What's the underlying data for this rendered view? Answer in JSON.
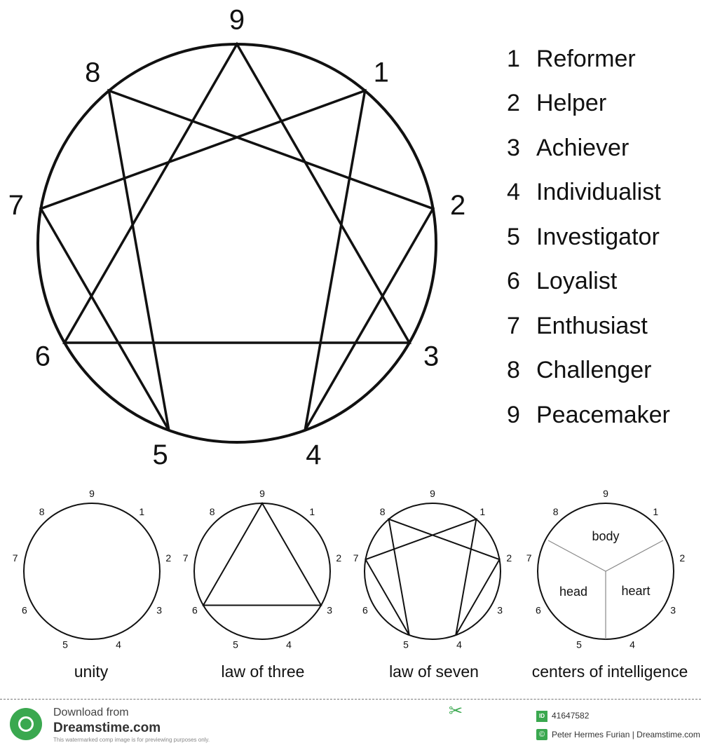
{
  "main_diagram": {
    "points": [
      "9",
      "1",
      "2",
      "3",
      "4",
      "5",
      "6",
      "7",
      "8"
    ]
  },
  "legend": [
    {
      "number": "1",
      "label": "Reformer"
    },
    {
      "number": "2",
      "label": "Helper"
    },
    {
      "number": "3",
      "label": "Achiever"
    },
    {
      "number": "4",
      "label": "Individualist"
    },
    {
      "number": "5",
      "label": "Investigator"
    },
    {
      "number": "6",
      "label": "Loyalist"
    },
    {
      "number": "7",
      "label": "Enthusiast"
    },
    {
      "number": "8",
      "label": "Challenger"
    },
    {
      "number": "9",
      "label": "Peacemaker"
    }
  ],
  "small_diagrams": [
    {
      "caption": "unity"
    },
    {
      "caption": "law of three"
    },
    {
      "caption": "law of seven"
    },
    {
      "caption": "centers of intelligence",
      "regions": [
        "body",
        "head",
        "heart"
      ]
    }
  ],
  "footer": {
    "download_text": "Download from",
    "brand": "Dreamstime.com",
    "disclaimer": "This watermarked comp image is for previewing purposes only.",
    "id_badge": "ID",
    "image_id": "41647582",
    "credit": "Peter Hermes Furian | Dreamstime.com"
  },
  "colors": {
    "line": "#111111",
    "accent": "#3aa84f"
  }
}
